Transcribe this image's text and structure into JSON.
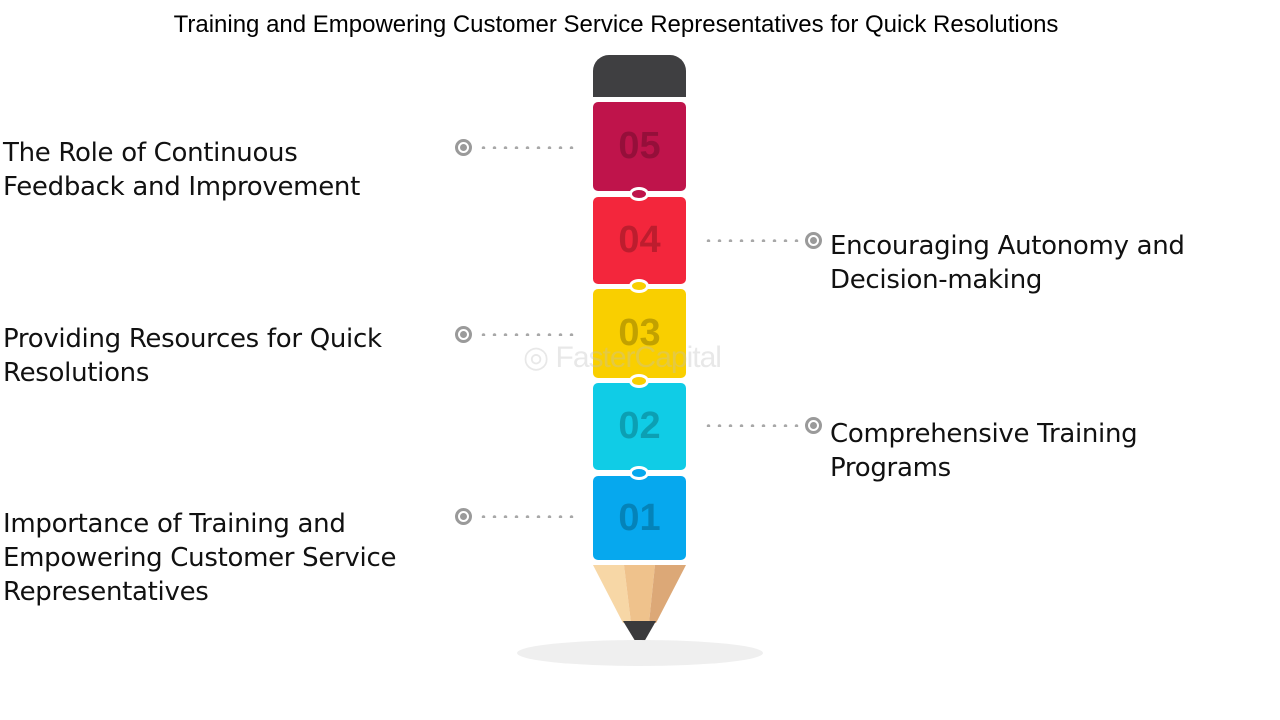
{
  "title": "Training and Empowering Customer Service Representatives for Quick Resolutions",
  "watermark": "FasterCapital",
  "steps": [
    {
      "number": "01",
      "label": "Importance of Training and Empowering Customer Service Representatives",
      "color": "#06a8ee"
    },
    {
      "number": "02",
      "label": "Comprehensive Training Programs",
      "color": "#10cce6"
    },
    {
      "number": "03",
      "label": "Providing Resources for Quick Resolutions",
      "color": "#f9cf00"
    },
    {
      "number": "04",
      "label": "Encouraging Autonomy and Decision-making",
      "color": "#f3263c"
    },
    {
      "number": "05",
      "label": "The Role of Continuous Feedback and Improvement",
      "color": "#bf144b"
    }
  ]
}
